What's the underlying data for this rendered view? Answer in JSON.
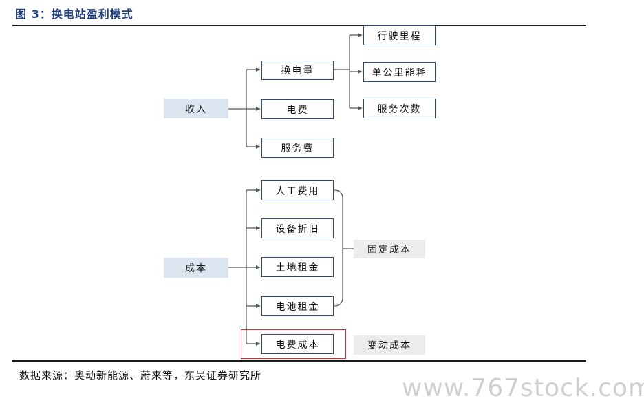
{
  "figure": {
    "title": "图 3：换电站盈利模式",
    "source": "数据来源：奥动新能源、蔚来等，东吴证券研究所"
  },
  "diagram": {
    "revenue": {
      "root": "收入",
      "items": [
        "换电量",
        "电费",
        "服务费"
      ],
      "swap_volume_drivers": [
        "行驶里程",
        "单公里能耗",
        "服务次数"
      ]
    },
    "cost": {
      "root": "成本",
      "items": [
        "人工费用",
        "设备折旧",
        "土地租金",
        "电池租金",
        "电费成本"
      ],
      "fixed_label": "固定成本",
      "variable_label": "变动成本"
    },
    "colors": {
      "box_border": "#2b4a7a",
      "root_fill": "#dce6f1",
      "category_fill": "#ececec",
      "highlight_frame": "#d9232e",
      "title": "#1f3d7a"
    }
  },
  "watermark": "www.767stock.com"
}
